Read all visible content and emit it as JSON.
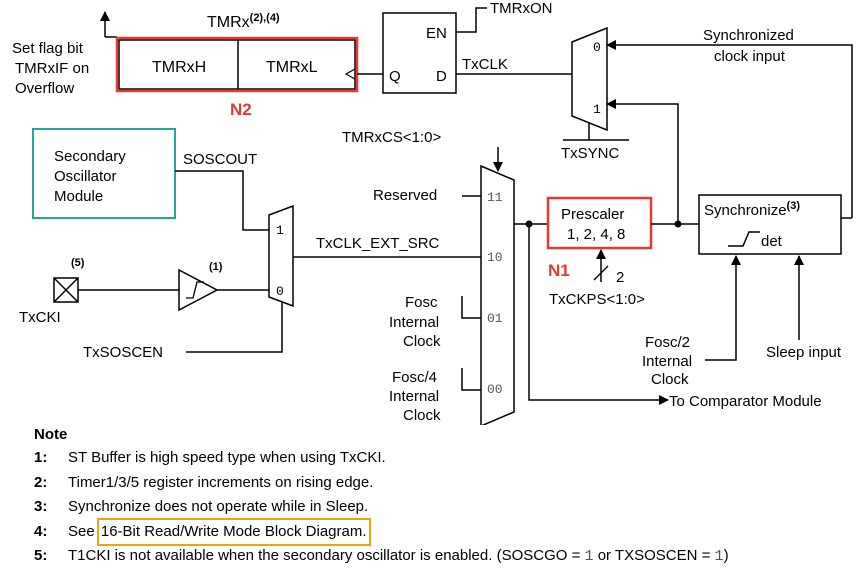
{
  "diagram": {
    "tmrx_label": "TMRx",
    "tmrx_sup": "(2),(4)",
    "flag_text": [
      "Set flag bit",
      "TMRxIF on",
      "Overflow"
    ],
    "tmrxh": "TMRxH",
    "tmrxl": "TMRxL",
    "n2": "N2",
    "en": "EN",
    "q": "Q",
    "d": "D",
    "tmrxon": "TMRxON",
    "txclk": "TxCLK",
    "sync_clock_input": [
      "Synchronized",
      "clock input"
    ],
    "mux_top_in0": "0",
    "mux_top_in1": "1",
    "txsync": "TxSYNC",
    "tmrxcs": "TMRxCS<1:0>",
    "sec_osc": [
      "Secondary",
      "Oscillator",
      "Module"
    ],
    "soscout": "SOSCOUT",
    "reserved": "Reserved",
    "sel11": "11",
    "sel10": "10",
    "sel01": "01",
    "sel00": "00",
    "txclk_ext_src": "TxCLK_EXT_SRC",
    "small_mux_in1": "1",
    "small_mux_in0": "0",
    "note5": "(5)",
    "note1": "(1)",
    "txcki": "TxCKI",
    "txsoscen": "TxSOSCEN",
    "fosc": [
      "Fosc",
      "Internal",
      "Clock"
    ],
    "fosc4": [
      "Fosc/4",
      "Internal",
      "Clock"
    ],
    "prescaler": [
      "Prescaler",
      "1, 2, 4, 8"
    ],
    "n1": "N1",
    "bus_width": "2",
    "txckps": "TxCKPS<1:0>",
    "synchronize": "Synchronize",
    "sync_sup": "(3)",
    "det": "det",
    "fosc2": [
      "Fosc/2",
      "Internal",
      "Clock"
    ],
    "sleep_input": "Sleep input",
    "to_comparator": "To Comparator Module"
  },
  "notes": {
    "title": "Note",
    "items": [
      {
        "num": "1:",
        "text": "ST Buffer is high speed type when using TxCKI."
      },
      {
        "num": "2:",
        "text": "Timer1/3/5 register increments on rising edge."
      },
      {
        "num": "3:",
        "text": "Synchronize does not operate while in Sleep."
      },
      {
        "num": "4:",
        "pre": "See ",
        "link": "16-Bit Read/Write Mode Block Diagram."
      },
      {
        "num": "5:",
        "text": "T1CKI is not available when the secondary oscillator is enabled. (SOSCGO = ",
        "val1": "1",
        "mid": " or TXSOSCEN = ",
        "val2": "1",
        "end": ")"
      }
    ]
  },
  "colors": {
    "red_box": "#e53935",
    "teal_box": "#26a69a",
    "orange_box": "#f0a30a"
  }
}
